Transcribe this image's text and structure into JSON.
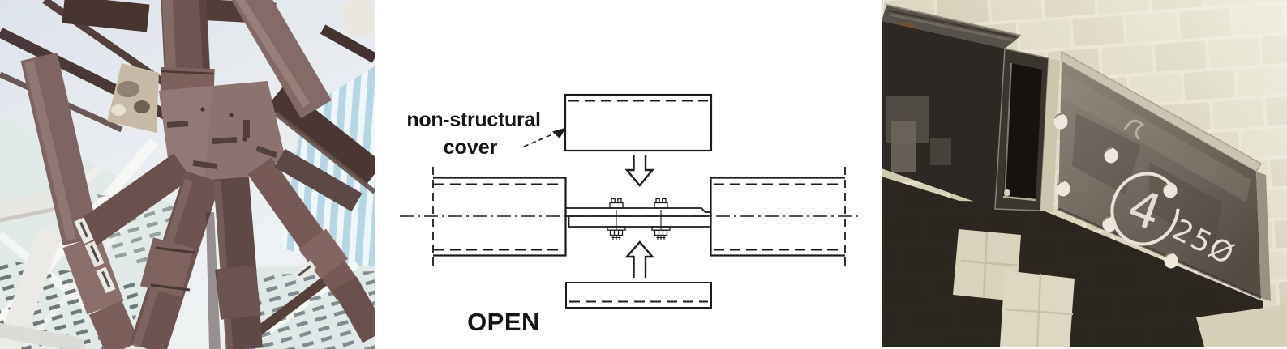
{
  "figure": {
    "middle_diagram": {
      "cover_label_line1": "non-structural",
      "cover_label_line2": "cover",
      "state_label": "OPEN"
    },
    "right_photo": {
      "chalk_circled_mark": "4",
      "chalk_size_mark": "25Ø"
    },
    "colors": {
      "diagram_line": "#1b1b1b",
      "background": "#ffffff",
      "left_photo_tube_brown": "#755b58",
      "right_photo_steel": "#2c2823",
      "right_photo_paving": "#d6d1ba",
      "chalk_white": "#e9e5d8"
    }
  }
}
